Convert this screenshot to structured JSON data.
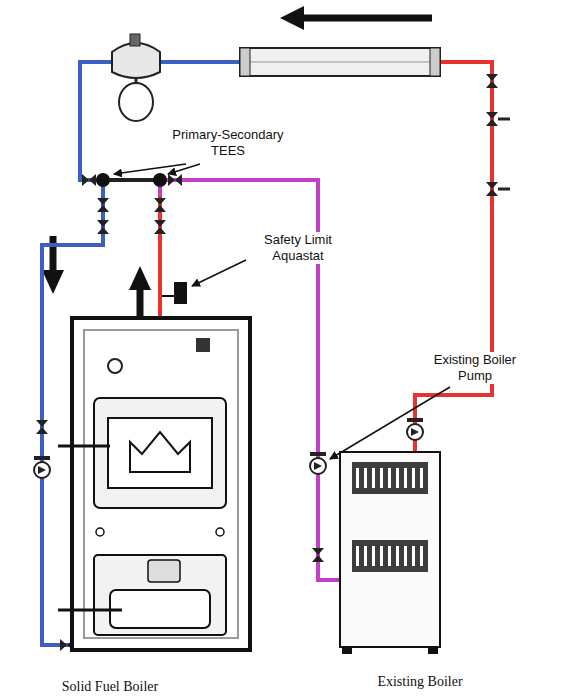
{
  "diagram": {
    "nodes": [
      {
        "text": [
          "Solid Fuel Boiler"
        ]
      },
      {
        "text": [
          "Existing Boiler"
        ]
      }
    ],
    "edges": [
      {
        "from": 0,
        "to": 1,
        "arrow": "none"
      }
    ],
    "labels": [
      "Primary-Secondary TEES",
      "Safety Limit Aquastat",
      "Existing Boiler Pump"
    ]
  }
}
